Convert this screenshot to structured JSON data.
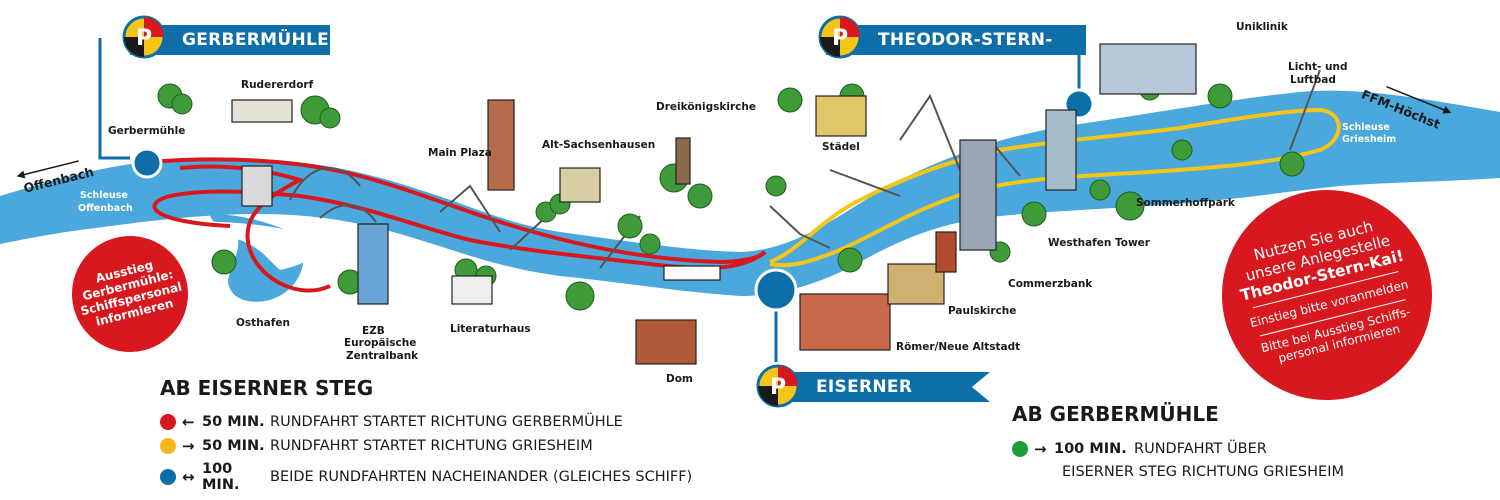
{
  "piers": {
    "gerbermuehle": "GERBERMÜHLE",
    "theodor": "THEODOR-STERN-KAI",
    "eiserner": "EISERNER STEG",
    "logo_letter": "P"
  },
  "places": {
    "rudererdorf": "Rudererdorf",
    "gerbermuehle": "Gerbermühle",
    "main_plaza": "Main Plaza",
    "alt_sachsenhausen": "Alt-Sachsenhausen",
    "dreikoenigskirche": "Dreikönigskirche",
    "staedel": "Städel",
    "uniklinik": "Uniklinik",
    "licht_line1": "Licht- und",
    "licht_line2": "Luftbad",
    "schleuse_griesheim_1": "Schleuse",
    "schleuse_griesheim_2": "Griesheim",
    "sommerhoffpark": "Sommerhoffpark",
    "westhafen": "Westhafen Tower",
    "commerzbank": "Commerzbank",
    "paulskirche": "Paulskirche",
    "roemer": "Römer/Neue Altstadt",
    "dom": "Dom",
    "literaturhaus": "Literaturhaus",
    "ezb_1": "EZB",
    "ezb_2": "Europäische",
    "ezb_3": "Zentralbank",
    "osthafen": "Osthafen",
    "schleuse_offenbach_1": "Schleuse",
    "schleuse_offenbach_2": "Offenbach",
    "offenbach": "Offenbach",
    "ffm_hoechst": "FFM-Höchst"
  },
  "notice_left": {
    "line1": "Ausstieg",
    "line2": "Gerbermühle:",
    "line3": "Schiffspersonal",
    "line4": "informieren"
  },
  "notice_right": {
    "line1": "Nutzen Sie auch",
    "line2": "unsere Anlegestelle",
    "line3": "Theodor-Stern-Kai!",
    "line4": "Einstieg bitte voranmelden",
    "line5": "Bitte bei Ausstieg Schiffs-",
    "line6": "personal informieren"
  },
  "legend_eiserner": {
    "heading": "AB EISERNER STEG",
    "rows": [
      {
        "color": "#d7191f",
        "arrow": "←",
        "duration": "50 MIN.",
        "text": "RUNDFAHRT STARTET RICHTUNG GERBERMÜHLE"
      },
      {
        "color": "#f5b81a",
        "arrow": "→",
        "duration": "50 MIN.",
        "text": "RUNDFAHRT STARTET RICHTUNG GRIESHEIM"
      },
      {
        "color": "#0e6ea8",
        "arrow": "↔",
        "duration": "100 MIN.",
        "text": "BEIDE RUNDFAHRTEN NACHEINANDER (GLEICHES SCHIFF)"
      }
    ]
  },
  "legend_gerbermuehle": {
    "heading": "AB GERBERMÜHLE",
    "row": {
      "color": "#1a9b3c",
      "arrow": "→",
      "duration": "100 MIN.",
      "text_line1": "RUNDFAHRT ÜBER",
      "text_line2": "EISERNER STEG RICHTUNG GRIESHEIM"
    }
  },
  "colors": {
    "river": "#4aa8dc",
    "route_red": "#d7191f",
    "route_yellow": "#f5c518",
    "pier_blue": "#0e6ea8",
    "tree_green": "#3f9a3a"
  }
}
